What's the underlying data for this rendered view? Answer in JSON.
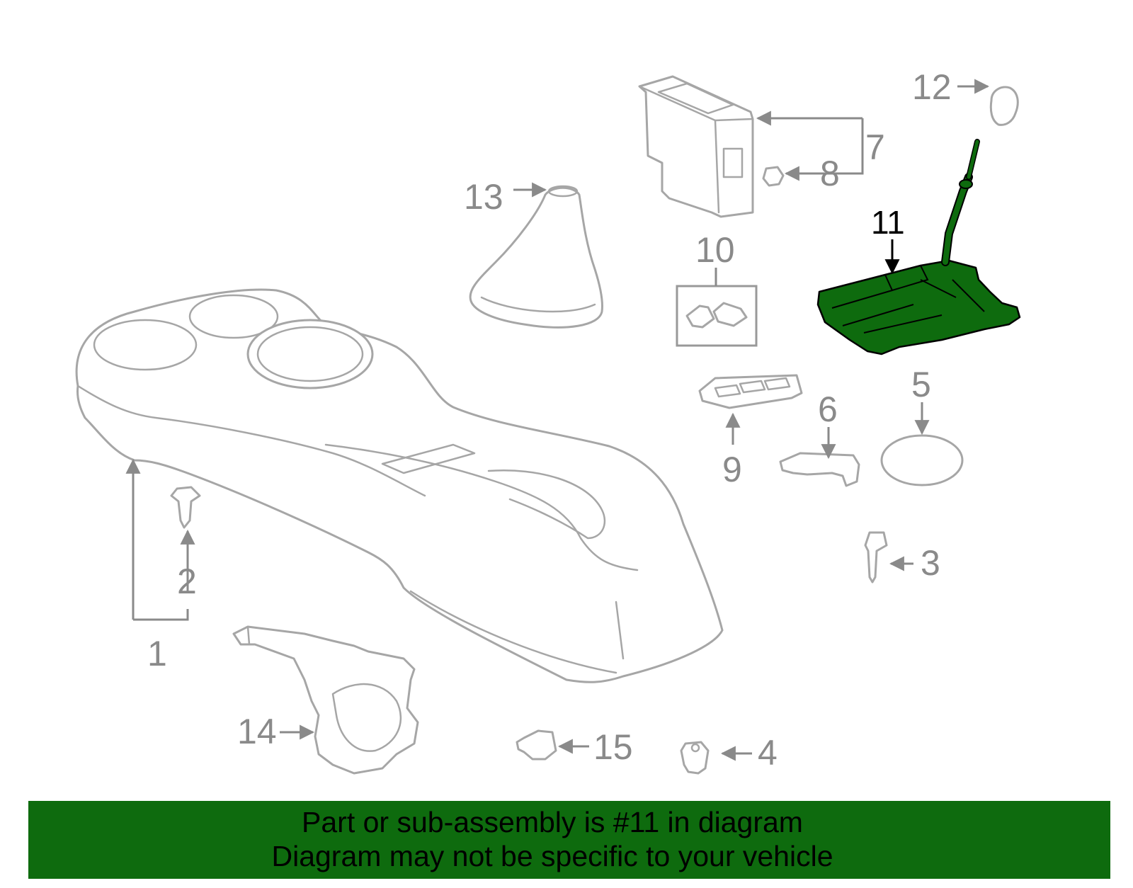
{
  "diagram": {
    "callouts": {
      "c1": "1",
      "c2": "2",
      "c3": "3",
      "c4": "4",
      "c5": "5",
      "c6": "6",
      "c7": "7",
      "c8": "8",
      "c9": "9",
      "c10": "10",
      "c11": "11",
      "c12": "12",
      "c13": "13",
      "c14": "14",
      "c15": "15"
    },
    "highlight_color": "#0e6b0e",
    "line_color": "#a6a6a6"
  },
  "banner": {
    "line1": "Part or sub-assembly is #11 in diagram",
    "line2": "Diagram may not be specific to your vehicle",
    "background": "#0e6b0e"
  }
}
